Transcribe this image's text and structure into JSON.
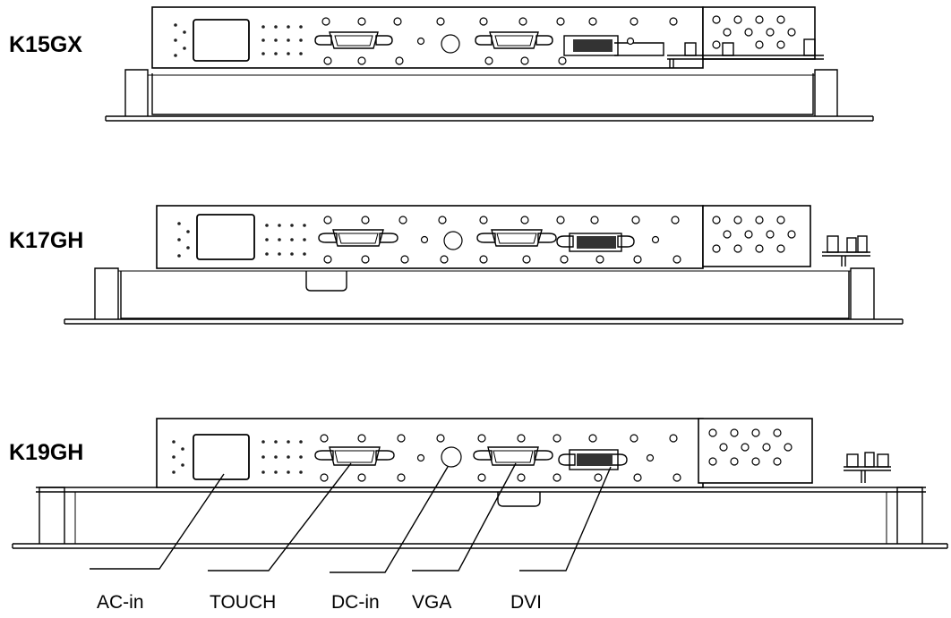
{
  "models": [
    "K15GX",
    "K17GH",
    "K19GH"
  ],
  "callouts": [
    "AC-in",
    "TOUCH",
    "DC-in",
    "VGA",
    "DVI"
  ],
  "colors": {
    "line": "#000000",
    "background": "#ffffff"
  }
}
